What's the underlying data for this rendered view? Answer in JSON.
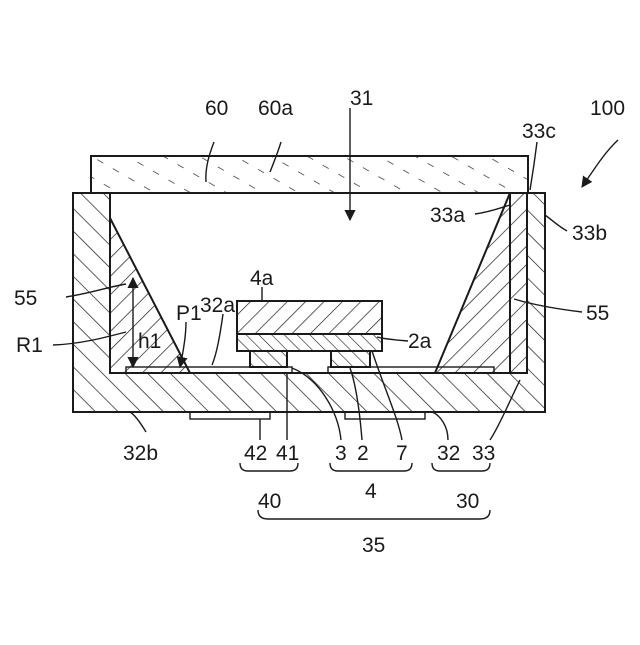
{
  "figure": {
    "labels": {
      "l60": "60",
      "l60a": "60a",
      "l31": "31",
      "l100": "100",
      "l33c": "33c",
      "l33a": "33a",
      "l33b": "33b",
      "l4a": "4a",
      "l55_left": "55",
      "l55_right": "55",
      "l32a": "32a",
      "lP1": "P1",
      "l2a": "2a",
      "lR1": "R1",
      "lh1": "h1",
      "l32b": "32b",
      "l42": "42",
      "l41": "41",
      "l3": "3",
      "l2": "2",
      "l7": "7",
      "l32": "32",
      "l33": "33",
      "l4": "4",
      "l40": "40",
      "l30": "30",
      "l35": "35"
    }
  }
}
